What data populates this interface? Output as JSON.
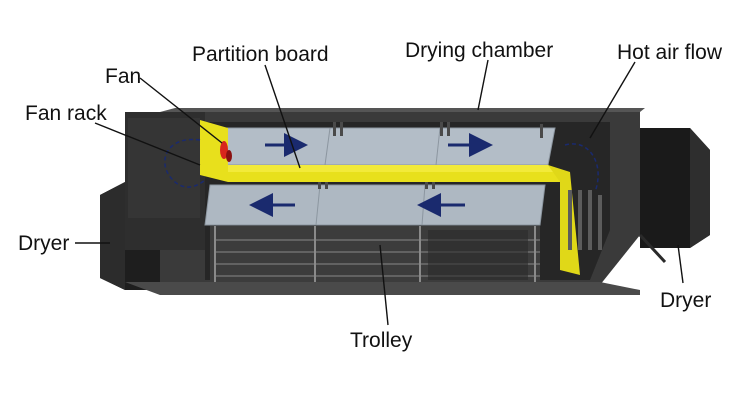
{
  "labels": {
    "fan": "Fan",
    "fan_rack": "Fan rack",
    "partition_board": "Partition board",
    "drying_chamber": "Drying chamber",
    "hot_air_flow": "Hot air flow",
    "dryer_left": "Dryer",
    "dryer_right": "Dryer",
    "trolley": "Trolley"
  },
  "colors": {
    "chamber_shell": "#3a3a3a",
    "chamber_inner": "#262626",
    "partition_board": "#e8e01c",
    "trolley_tray": "#aeb8c2",
    "dryer_box": "#1e1e1e",
    "arrow": "#1a2a6e",
    "fan_red": "#d8261c"
  }
}
